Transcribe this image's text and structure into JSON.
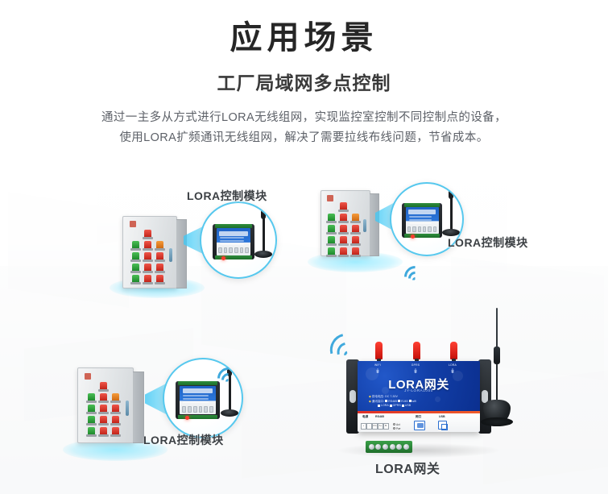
{
  "header": {
    "title": "应用场景",
    "subtitle": "工厂局域网多点控制",
    "body_line1": "通过一主多从方式进行LORA无线组网，实现监控室控制不同控制点的设备，",
    "body_line2": "使用LORA扩频通讯无线组网，解决了需要拉线布线问题，节省成本。"
  },
  "labels": {
    "module_top_left": "LORA控制模块",
    "module_top_right": "LORA控制模块",
    "module_bottom_left": "LORA控制模块",
    "gateway_label": "LORA网关"
  },
  "gateway": {
    "brand_title": "LORA网关",
    "model": "JY-LORA1000",
    "antenna_labels": [
      "WIFI",
      "GPRS",
      "LORA"
    ],
    "spec_voltage_label": "供电电压:",
    "spec_voltage_value": "DC 7-30V",
    "spec_interface_label": "通讯接口:",
    "interfaces": [
      "RS485",
      "RJ45",
      "wifi",
      "LORA",
      "GPRS",
      "USB"
    ],
    "port_labels": {
      "power": "电源",
      "rs485": "RS485",
      "ethernet": "网口",
      "usb": "USB"
    },
    "terminal_pins": [
      "+",
      "-",
      "FG",
      "A+",
      "B-"
    ],
    "led_labels": [
      "Act",
      "Pwr"
    ]
  },
  "colors": {
    "title_text": "#262626",
    "body_text": "#5d6168",
    "accent_cyan": "#56c8ee",
    "wifi_blue": "#3fa9dd",
    "gateway_blue": "#0b2f8f",
    "gateway_red": "#e03127",
    "button_red": "#c2241a",
    "button_green": "#1e8a2c",
    "button_orange": "#d06a13",
    "background": "#ffffff"
  },
  "scene": {
    "cabinet_button_rows": [
      [
        "red"
      ],
      [
        "green",
        "red",
        "orange"
      ],
      [
        "green",
        "red",
        "red"
      ],
      [
        "green",
        "red",
        "red"
      ],
      [
        "green",
        "red",
        "red"
      ]
    ]
  }
}
